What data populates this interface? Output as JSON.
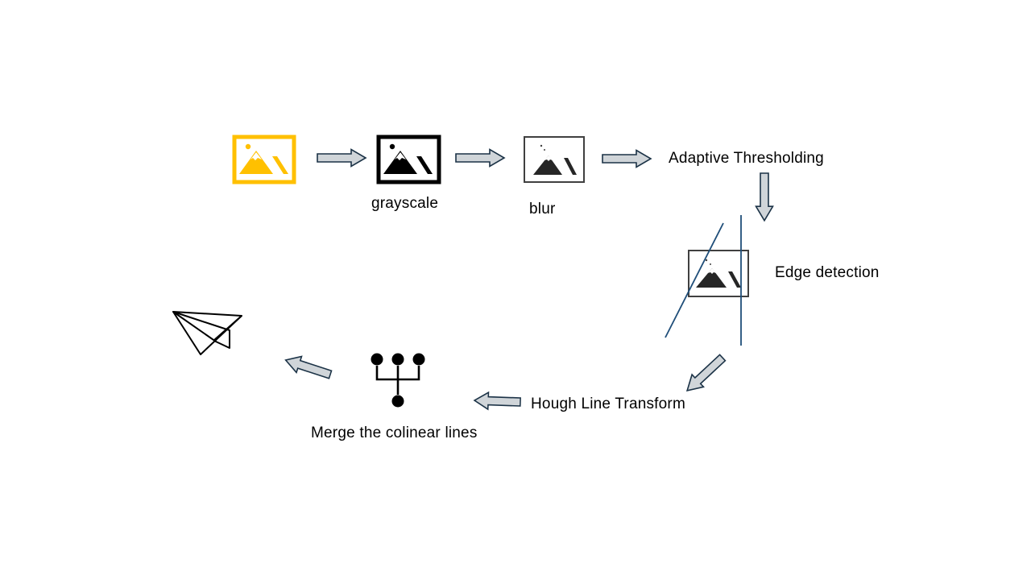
{
  "colors": {
    "input_image": "#FFC000",
    "arrow_fill": "#D0D5D9",
    "arrow_stroke": "#1B3246",
    "edge_lines": "#1F4E79",
    "icon_dark": "#000000",
    "icon_gray": "#404040"
  },
  "steps": {
    "grayscale": "grayscale",
    "blur": "blur",
    "adaptive_thresholding": "Adaptive Thresholding",
    "edge_detection": "Edge detection",
    "hough_line_transform": "Hough Line Transform",
    "merge_lines": "Merge the colinear lines"
  },
  "icons": {
    "input": "image-icon",
    "grayscale": "image-icon",
    "blur": "image-icon",
    "edge": "image-icon",
    "merge": "merge-icon",
    "output": "paper-plane-icon"
  }
}
